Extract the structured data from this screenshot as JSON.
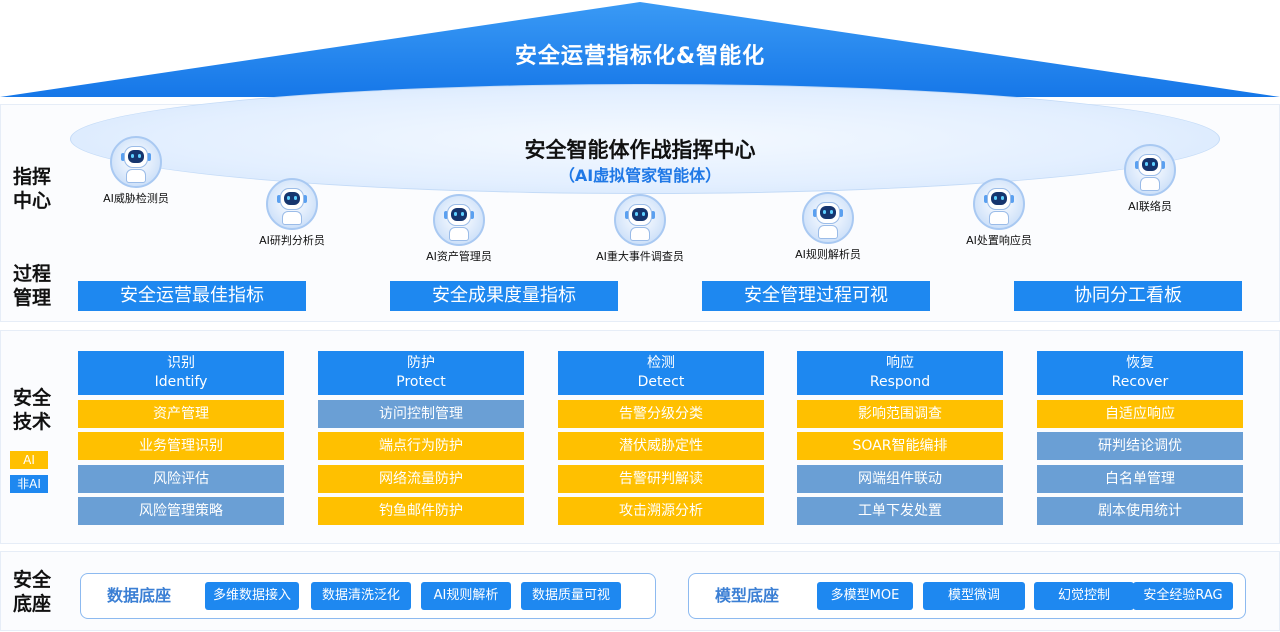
{
  "roof": {
    "title": "安全运营指标化&智能化"
  },
  "command": {
    "side_label_1": "指挥",
    "side_label_2": "中心",
    "center_title": "安全智能体作战指挥中心",
    "center_subtitle": "（AI虚拟管家智能体）",
    "agents": [
      {
        "label": "AI威胁检测员",
        "icon": "robot-icon"
      },
      {
        "label": "AI研判分析员",
        "icon": "robot-icon"
      },
      {
        "label": "AI资产管理员",
        "icon": "robot-icon"
      },
      {
        "label": "AI重大事件调查员",
        "icon": "robot-icon"
      },
      {
        "label": "AI规则解析员",
        "icon": "robot-icon"
      },
      {
        "label": "AI处置响应员",
        "icon": "robot-icon"
      },
      {
        "label": "AI联络员",
        "icon": "robot-icon"
      }
    ]
  },
  "process": {
    "side_label_1": "过程",
    "side_label_2": "管理",
    "items": [
      "安全运营最佳指标",
      "安全成果度量指标",
      "安全管理过程可视",
      "协同分工看板"
    ]
  },
  "tech": {
    "side_label_1": "安全",
    "side_label_2": "技术",
    "legend_ai": "AI",
    "legend_nonai": "非AI",
    "colors": {
      "head": "#1e88f0",
      "ai": "#ffc000",
      "nonai": "#6a9fd5"
    },
    "columns": [
      {
        "title_cn": "识别",
        "title_en": "Identify",
        "cells": [
          {
            "text": "资产管理",
            "ai": true
          },
          {
            "text": "业务管理识别",
            "ai": true
          },
          {
            "text": "风险评估",
            "ai": false
          },
          {
            "text": "风险管理策略",
            "ai": false
          }
        ]
      },
      {
        "title_cn": "防护",
        "title_en": "Protect",
        "cells": [
          {
            "text": "访问控制管理",
            "ai": false
          },
          {
            "text": "端点行为防护",
            "ai": true
          },
          {
            "text": "网络流量防护",
            "ai": true
          },
          {
            "text": "钓鱼邮件防护",
            "ai": true
          }
        ]
      },
      {
        "title_cn": "检测",
        "title_en": "Detect",
        "cells": [
          {
            "text": "告警分级分类",
            "ai": true
          },
          {
            "text": "潜伏威胁定性",
            "ai": true
          },
          {
            "text": "告警研判解读",
            "ai": true
          },
          {
            "text": "攻击溯源分析",
            "ai": true
          }
        ]
      },
      {
        "title_cn": "响应",
        "title_en": "Respond",
        "cells": [
          {
            "text": "影响范围调查",
            "ai": true
          },
          {
            "text": "SOAR智能编排",
            "ai": true
          },
          {
            "text": "网端组件联动",
            "ai": false
          },
          {
            "text": "工单下发处置",
            "ai": false
          }
        ]
      },
      {
        "title_cn": "恢复",
        "title_en": "Recover",
        "cells": [
          {
            "text": "自适应响应",
            "ai": true
          },
          {
            "text": "研判结论调优",
            "ai": false
          },
          {
            "text": "白名单管理",
            "ai": false
          },
          {
            "text": "剧本使用统计",
            "ai": false
          }
        ]
      }
    ]
  },
  "base": {
    "side_label_1": "安全",
    "side_label_2": "底座",
    "data_title": "数据底座",
    "data_chips": [
      "多维数据接入",
      "数据清洗泛化",
      "AI规则解析",
      "数据质量可视"
    ],
    "model_title": "模型底座",
    "model_chips": [
      "多模型MOE",
      "模型微调",
      "幻觉控制",
      "安全经验RAG"
    ]
  }
}
